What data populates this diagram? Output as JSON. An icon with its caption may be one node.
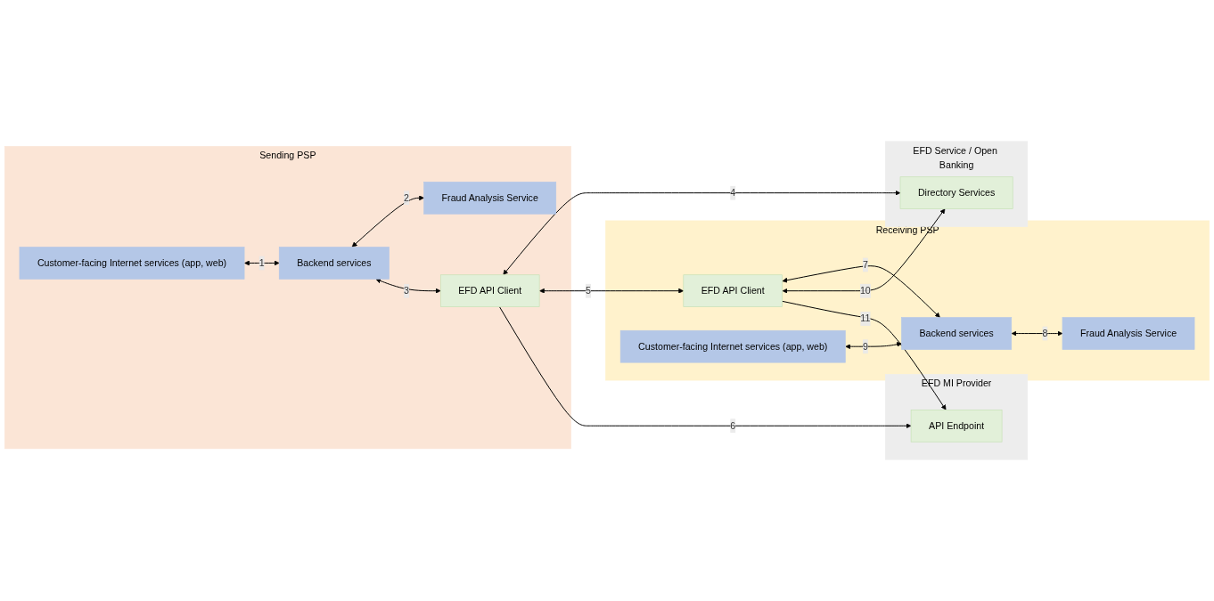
{
  "diagram": {
    "nodes": [
      {
        "text": [
          "Sending PSP"
        ]
      },
      {
        "text": [
          "Customer-facing Internet services (app, web)"
        ],
        "in": 0
      },
      {
        "text": [
          "Backend services"
        ],
        "in": 0
      },
      {
        "text": [
          "Fraud Analysis Service"
        ],
        "in": 0
      },
      {
        "text": [
          "EFD API Client"
        ],
        "in": 0
      },
      {
        "text": [
          "EFD MI Provider"
        ]
      },
      {
        "text": [
          "API Endpoint"
        ],
        "in": 5
      },
      {
        "text": [
          "EFD Service / Open Banking"
        ]
      },
      {
        "text": [
          "Directory Services"
        ],
        "in": 7
      },
      {
        "text": [
          "Receiving PSP"
        ]
      },
      {
        "text": [
          "EFD API Client"
        ],
        "in": 9
      },
      {
        "text": [
          "Backend services"
        ],
        "in": 9
      },
      {
        "text": [
          "Customer-facing Internet services (app, web)"
        ],
        "in": 9
      },
      {
        "text": [
          "Fraud Analysis Service"
        ],
        "in": 9
      }
    ],
    "edges": [
      {
        "from": 1,
        "to": 2,
        "arrow": "both",
        "label": "1"
      },
      {
        "from": 2,
        "to": 3,
        "arrow": "both",
        "label": "2"
      },
      {
        "from": 2,
        "to": 4,
        "arrow": "both",
        "label": "3"
      },
      {
        "from": 4,
        "to": 8,
        "arrow": "both",
        "label": "4"
      },
      {
        "from": 4,
        "to": 10,
        "arrow": "both",
        "label": "5"
      },
      {
        "from": 4,
        "to": 6,
        "arrow": "to",
        "label": "6"
      },
      {
        "from": 10,
        "to": 11,
        "arrow": "both",
        "label": "7"
      },
      {
        "from": 11,
        "to": 13,
        "arrow": "both",
        "label": "8"
      },
      {
        "from": 12,
        "to": 11,
        "arrow": "both",
        "label": "9"
      },
      {
        "from": 10,
        "to": 8,
        "arrow": "both",
        "label": "10"
      },
      {
        "from": 10,
        "to": 6,
        "arrow": "to",
        "label": "11"
      }
    ]
  }
}
